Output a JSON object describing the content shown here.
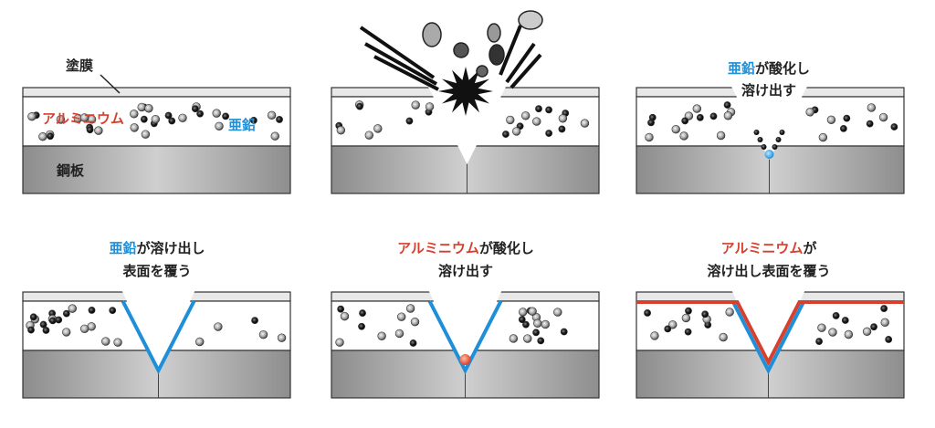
{
  "colors": {
    "aluminium": "#d7402f",
    "zinc": "#1e8fd8",
    "coating": "#e8e8e8",
    "steel": "#9a9a9a"
  },
  "panel1": {
    "coating_label": "塗膜",
    "aluminium_label": "アルミニウム",
    "zinc_label": "亜鉛",
    "steel_label": "鋼板"
  },
  "panel3": {
    "line1_colored": "亜鉛",
    "line1_rest": "が酸化し",
    "line2": "溶け出す"
  },
  "panel4": {
    "line1_colored": "亜鉛",
    "line1_rest": "が溶け出し",
    "line2": "表面を覆う"
  },
  "panel5": {
    "line1_colored": "アルミニウム",
    "line1_rest": "が酸化し",
    "line2": "溶け出す"
  },
  "panel6": {
    "line1_colored": "アルミニウム",
    "line1_rest": "が",
    "line2": "溶け出し表面を覆う"
  }
}
